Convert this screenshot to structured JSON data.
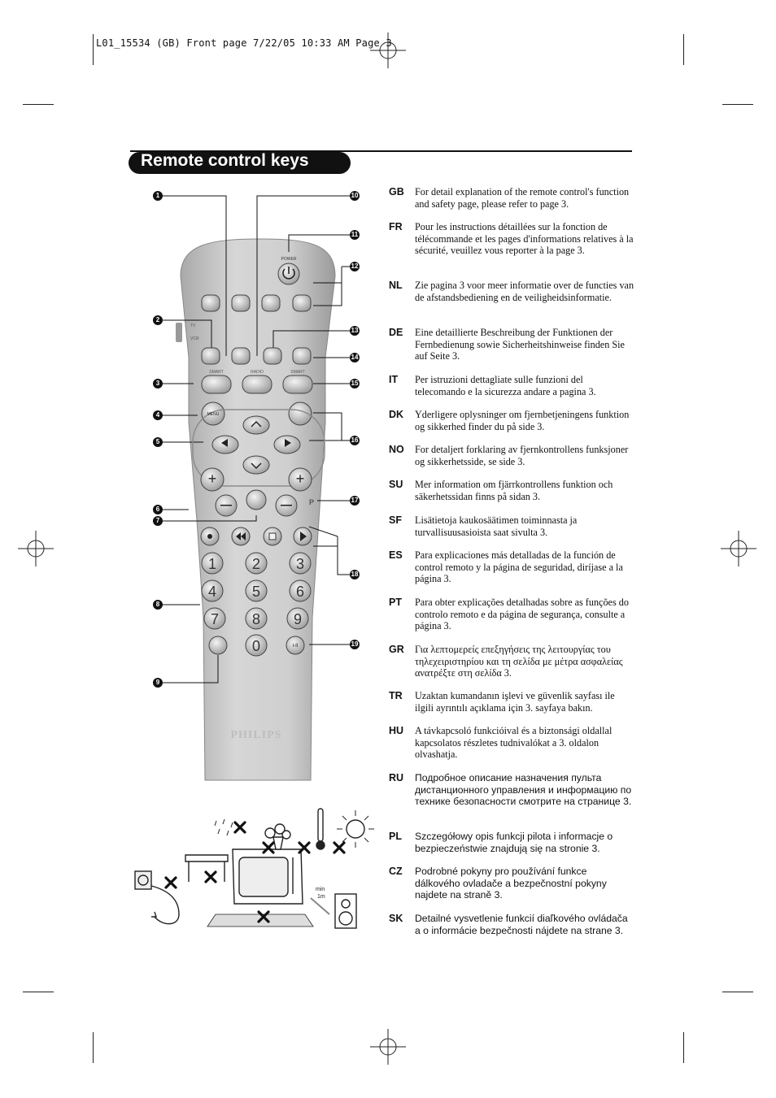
{
  "slug": "L01_15534 (GB) Front page  7/22/05  10:33 AM  Page 3",
  "title": "Remote control keys",
  "remote": {
    "power_label": "POWER",
    "tv_label": "TV",
    "vcr_label": "VCR",
    "smart_label_left": "SMART",
    "radio_label": "RADIO",
    "smart_label_right": "SMART",
    "menu_label": "MENU",
    "p_label": "P",
    "brand": "PHILIPS",
    "digits": [
      "1",
      "2",
      "3",
      "4",
      "5",
      "6",
      "7",
      "8",
      "9",
      "0"
    ],
    "dual_label": "I-II"
  },
  "callouts": [
    "1",
    "2",
    "3",
    "4",
    "5",
    "6",
    "7",
    "8",
    "9",
    "10",
    "11",
    "12",
    "13",
    "14",
    "15",
    "16",
    "17",
    "18",
    "19"
  ],
  "safety": {
    "min_label": "min",
    "dist_label": "1m"
  },
  "languages": [
    {
      "code": "GB",
      "text": "For detail explanation of the remote control's function and safety page,  please refer to page 3."
    },
    {
      "code": "FR",
      "text": "Pour les instructions détaillées sur la fonction de télécommande et les pages d'informations relatives à la sécurité, veuillez vous reporter à la page 3."
    },
    {
      "code": "NL",
      "text": "Zie pagina 3 voor meer informatie over de functies van de afstandsbediening en de veiligheidsinformatie."
    },
    {
      "code": "DE",
      "text": "Eine detaillierte Beschreibung der Funktionen der Fernbedienung sowie Sicherheitshinweise finden Sie auf Seite 3."
    },
    {
      "code": "IT",
      "text": "Per istruzioni dettagliate sulle funzioni del telecomando e la sicurezza andare a pagina 3."
    },
    {
      "code": "DK",
      "text": "Yderligere oplysninger om fjernbetjeningens funktion og sikkerhed finder du på side 3."
    },
    {
      "code": "NO",
      "text": "For detaljert forklaring av fjernkontrollens funksjoner og sikkerhetsside, se side 3."
    },
    {
      "code": "SU",
      "text": "Mer information om fjärrkontrollens funktion och säkerhetssidan finns på sidan 3."
    },
    {
      "code": "SF",
      "text": "Lisätietoja kaukosäätimen toiminnasta ja turvallisuusasioista saat sivulta 3."
    },
    {
      "code": "ES",
      "text": "Para explicaciones más detalladas de la función de control remoto y la página de seguridad, diríjase a la página 3."
    },
    {
      "code": "PT",
      "text": "Para obter explicações detalhadas sobre as funções do controlo remoto e da página de segurança, consulte a página 3."
    },
    {
      "code": "GR",
      "text": "Για λεπτομερείς επεξηγήσεις της λειτουργίας του τηλεχειριστηρίου και τη σελίδα με μέτρα ασφαλείας ανατρέξτε στη σελίδα 3."
    },
    {
      "code": "TR",
      "text": "Uzaktan kumandanın işlevi ve güvenlik sayfası ile ilgili ayrıntılı açıklama için 3. sayfaya bakın."
    },
    {
      "code": "HU",
      "text": "A távkapcsoló funkcióival és a biztonsági oldallal kapcsolatos részletes tudnivalókat a 3. oldalon olvashatja."
    },
    {
      "code": "RU",
      "text": "Подробное описание назначения пульта дистанционного управления и информацию по технике безопасности смотрите на странице 3."
    },
    {
      "code": "PL",
      "text": "Szczegółowy opis funkcji pilota i informacje o bezpieczeństwie znajdują się na stronie 3."
    },
    {
      "code": "CZ",
      "text": "Podrobné pokyny pro používání funkce dálkového ovladače a bezpečnostní pokyny najdete na straně 3."
    },
    {
      "code": "SK",
      "text": "Detailné vysvetlenie funkcií diaľkového ovládača a o informácie bezpečnosti nájdete na strane 3."
    }
  ]
}
